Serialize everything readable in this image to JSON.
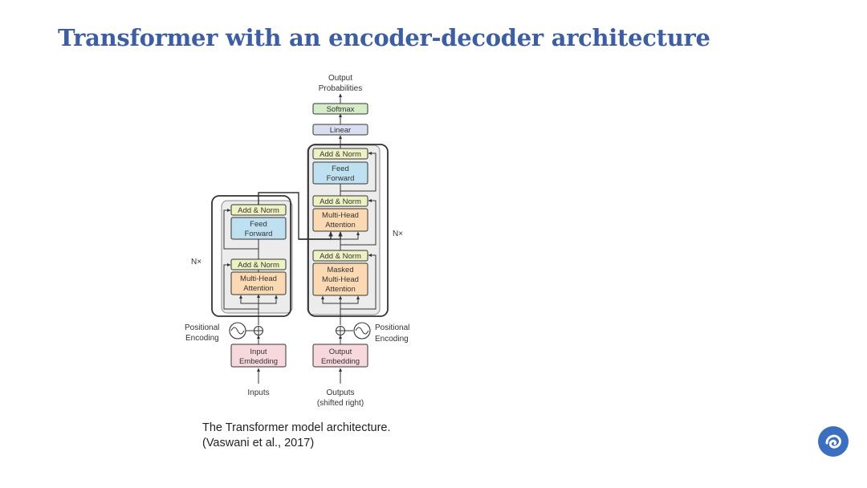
{
  "title": "Transformer with an encoder-decoder architecture",
  "caption": {
    "line1": "The Transformer model architecture.",
    "line2": "(Vaswani et al., 2017)"
  },
  "diagram": {
    "output_label_1": "Output",
    "output_label_2": "Probabilities",
    "softmax": "Softmax",
    "linear": "Linear",
    "add_norm": "Add & Norm",
    "feed_1": "Feed",
    "feed_2": "Forward",
    "mha_1": "Multi-Head",
    "mha_2": "Attention",
    "masked_1": "Masked",
    "masked_2": "Multi-Head",
    "masked_3": "Attention",
    "nx": "N×",
    "pos_1": "Positional",
    "pos_2": "Encoding",
    "input_emb_1": "Input",
    "input_emb_2": "Embedding",
    "output_emb_1": "Output",
    "output_emb_2": "Embedding",
    "inputs": "Inputs",
    "outputs_1": "Outputs",
    "outputs_2": "(shifted right)"
  },
  "colors": {
    "title": "#3d5fa0",
    "add_norm": "#eef2c2",
    "feed_forward": "#bfe0f0",
    "attention": "#fbd9b2",
    "embedding": "#f7d9dd",
    "softmax": "#d5ecc8",
    "linear": "#d9def0",
    "stack_bg": "#ececec"
  },
  "logo_icon": "swirl-logo-icon"
}
